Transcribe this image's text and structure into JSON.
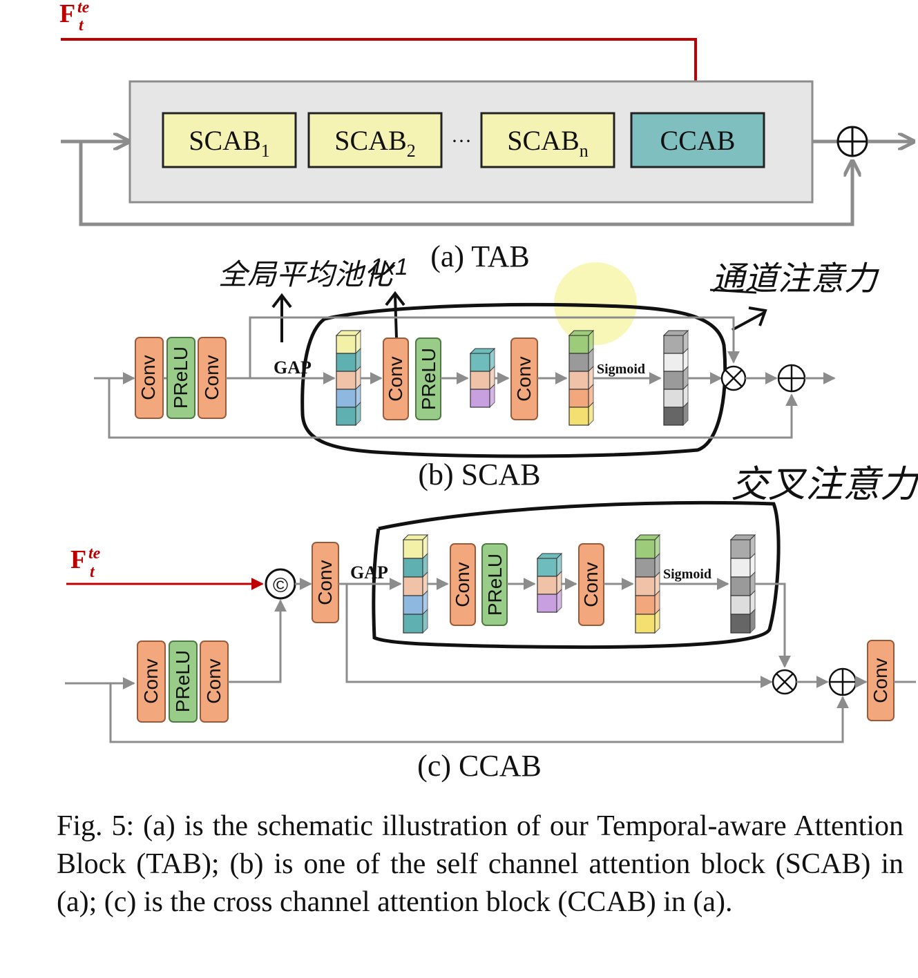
{
  "tab": {
    "input_label": "F",
    "input_label_sup": "te",
    "input_label_sub": "t",
    "blocks": [
      {
        "text": "SCAB",
        "sub": "1"
      },
      {
        "text": "SCAB",
        "sub": "2"
      },
      {
        "text": "SCAB",
        "sub": "n"
      }
    ],
    "ellipsis": "···",
    "ccab_label": "CCAB",
    "sum_symbol": "⊕",
    "caption": "(a) TAB"
  },
  "scab": {
    "conv": "Conv",
    "prelu": "PReLU",
    "gap": "GAP",
    "sigmoid": "Sigmoid",
    "mult_symbol": "⊗",
    "sum_symbol": "⊕",
    "caption": "(b) SCAB"
  },
  "ccab": {
    "input_label": "F",
    "input_label_sup": "te",
    "input_label_sub": "t",
    "concat_symbol": "©",
    "conv": "Conv",
    "prelu": "PReLU",
    "gap": "GAP",
    "sigmoid": "Sigmoid",
    "mult_symbol": "⊗",
    "sum_symbol": "⊕",
    "caption": "(c) CCAB"
  },
  "annotations": {
    "gap_note": "全局平均池化",
    "conv_note": "1x1",
    "channel_note": "通道注意力",
    "cross_note": "交叉注意力"
  },
  "figure_caption": "Fig. 5: (a) is the schematic illustration of our Temporal-aware Attention Block (TAB); (b) is one of the self channel attention block (SCAB) in (a); (c) is the cross channel attention block (CCAB) in (a).",
  "colors": {
    "red": "#c00000",
    "scab_fill": "#f5f3b4",
    "ccab_fill": "#7fbfbf",
    "container": "#e6e6e6",
    "conv": "#f2a77c",
    "prelu": "#99cc88",
    "gray_line": "#8c8c8c"
  }
}
